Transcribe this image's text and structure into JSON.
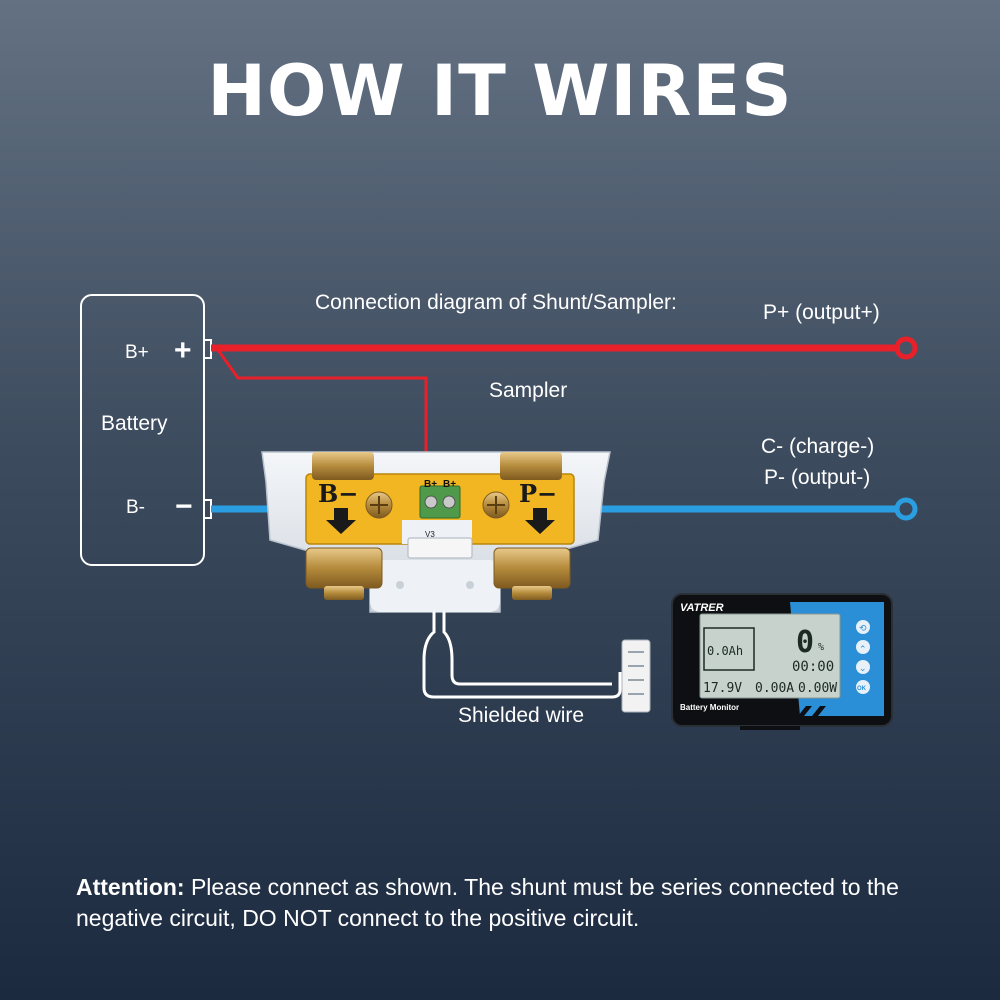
{
  "title": "HOW IT WIRES",
  "diagram": {
    "caption": "Connection diagram of Shunt/Sampler:",
    "battery": {
      "label": "Battery",
      "pos_terminal": "B+",
      "pos_sign": "+",
      "neg_terminal": "B-",
      "neg_sign": "−"
    },
    "labels": {
      "p_plus": "P+ (output+)",
      "sampler": "Sampler",
      "c_minus": "C- (charge-)",
      "p_minus": "P- (output-)",
      "shielded_wire": "Shielded wire"
    },
    "shunt": {
      "left_mark": "B−",
      "right_mark": "P−",
      "terminal_a": "B+",
      "terminal_b": "B+",
      "port_label": "V3"
    },
    "monitor": {
      "brand": "VATRER",
      "name": "Battery Monitor",
      "capacity": "0.0Ah",
      "percent": "0",
      "percent_unit": "%",
      "time": "00:00",
      "voltage": "17.9V",
      "current": "0.00A",
      "power": "0.00W",
      "buttons": [
        "⟲",
        "⌃",
        "⌄",
        "OK"
      ]
    },
    "colors": {
      "positive_wire": "#e8202a",
      "negative_wire": "#2a9ee0",
      "shunt_body": "#f2b622"
    }
  },
  "attention": {
    "label": "Attention:",
    "text": " Please connect as shown. The shunt must be series connected to the negative circuit, DO NOT connect to the positive circuit."
  }
}
